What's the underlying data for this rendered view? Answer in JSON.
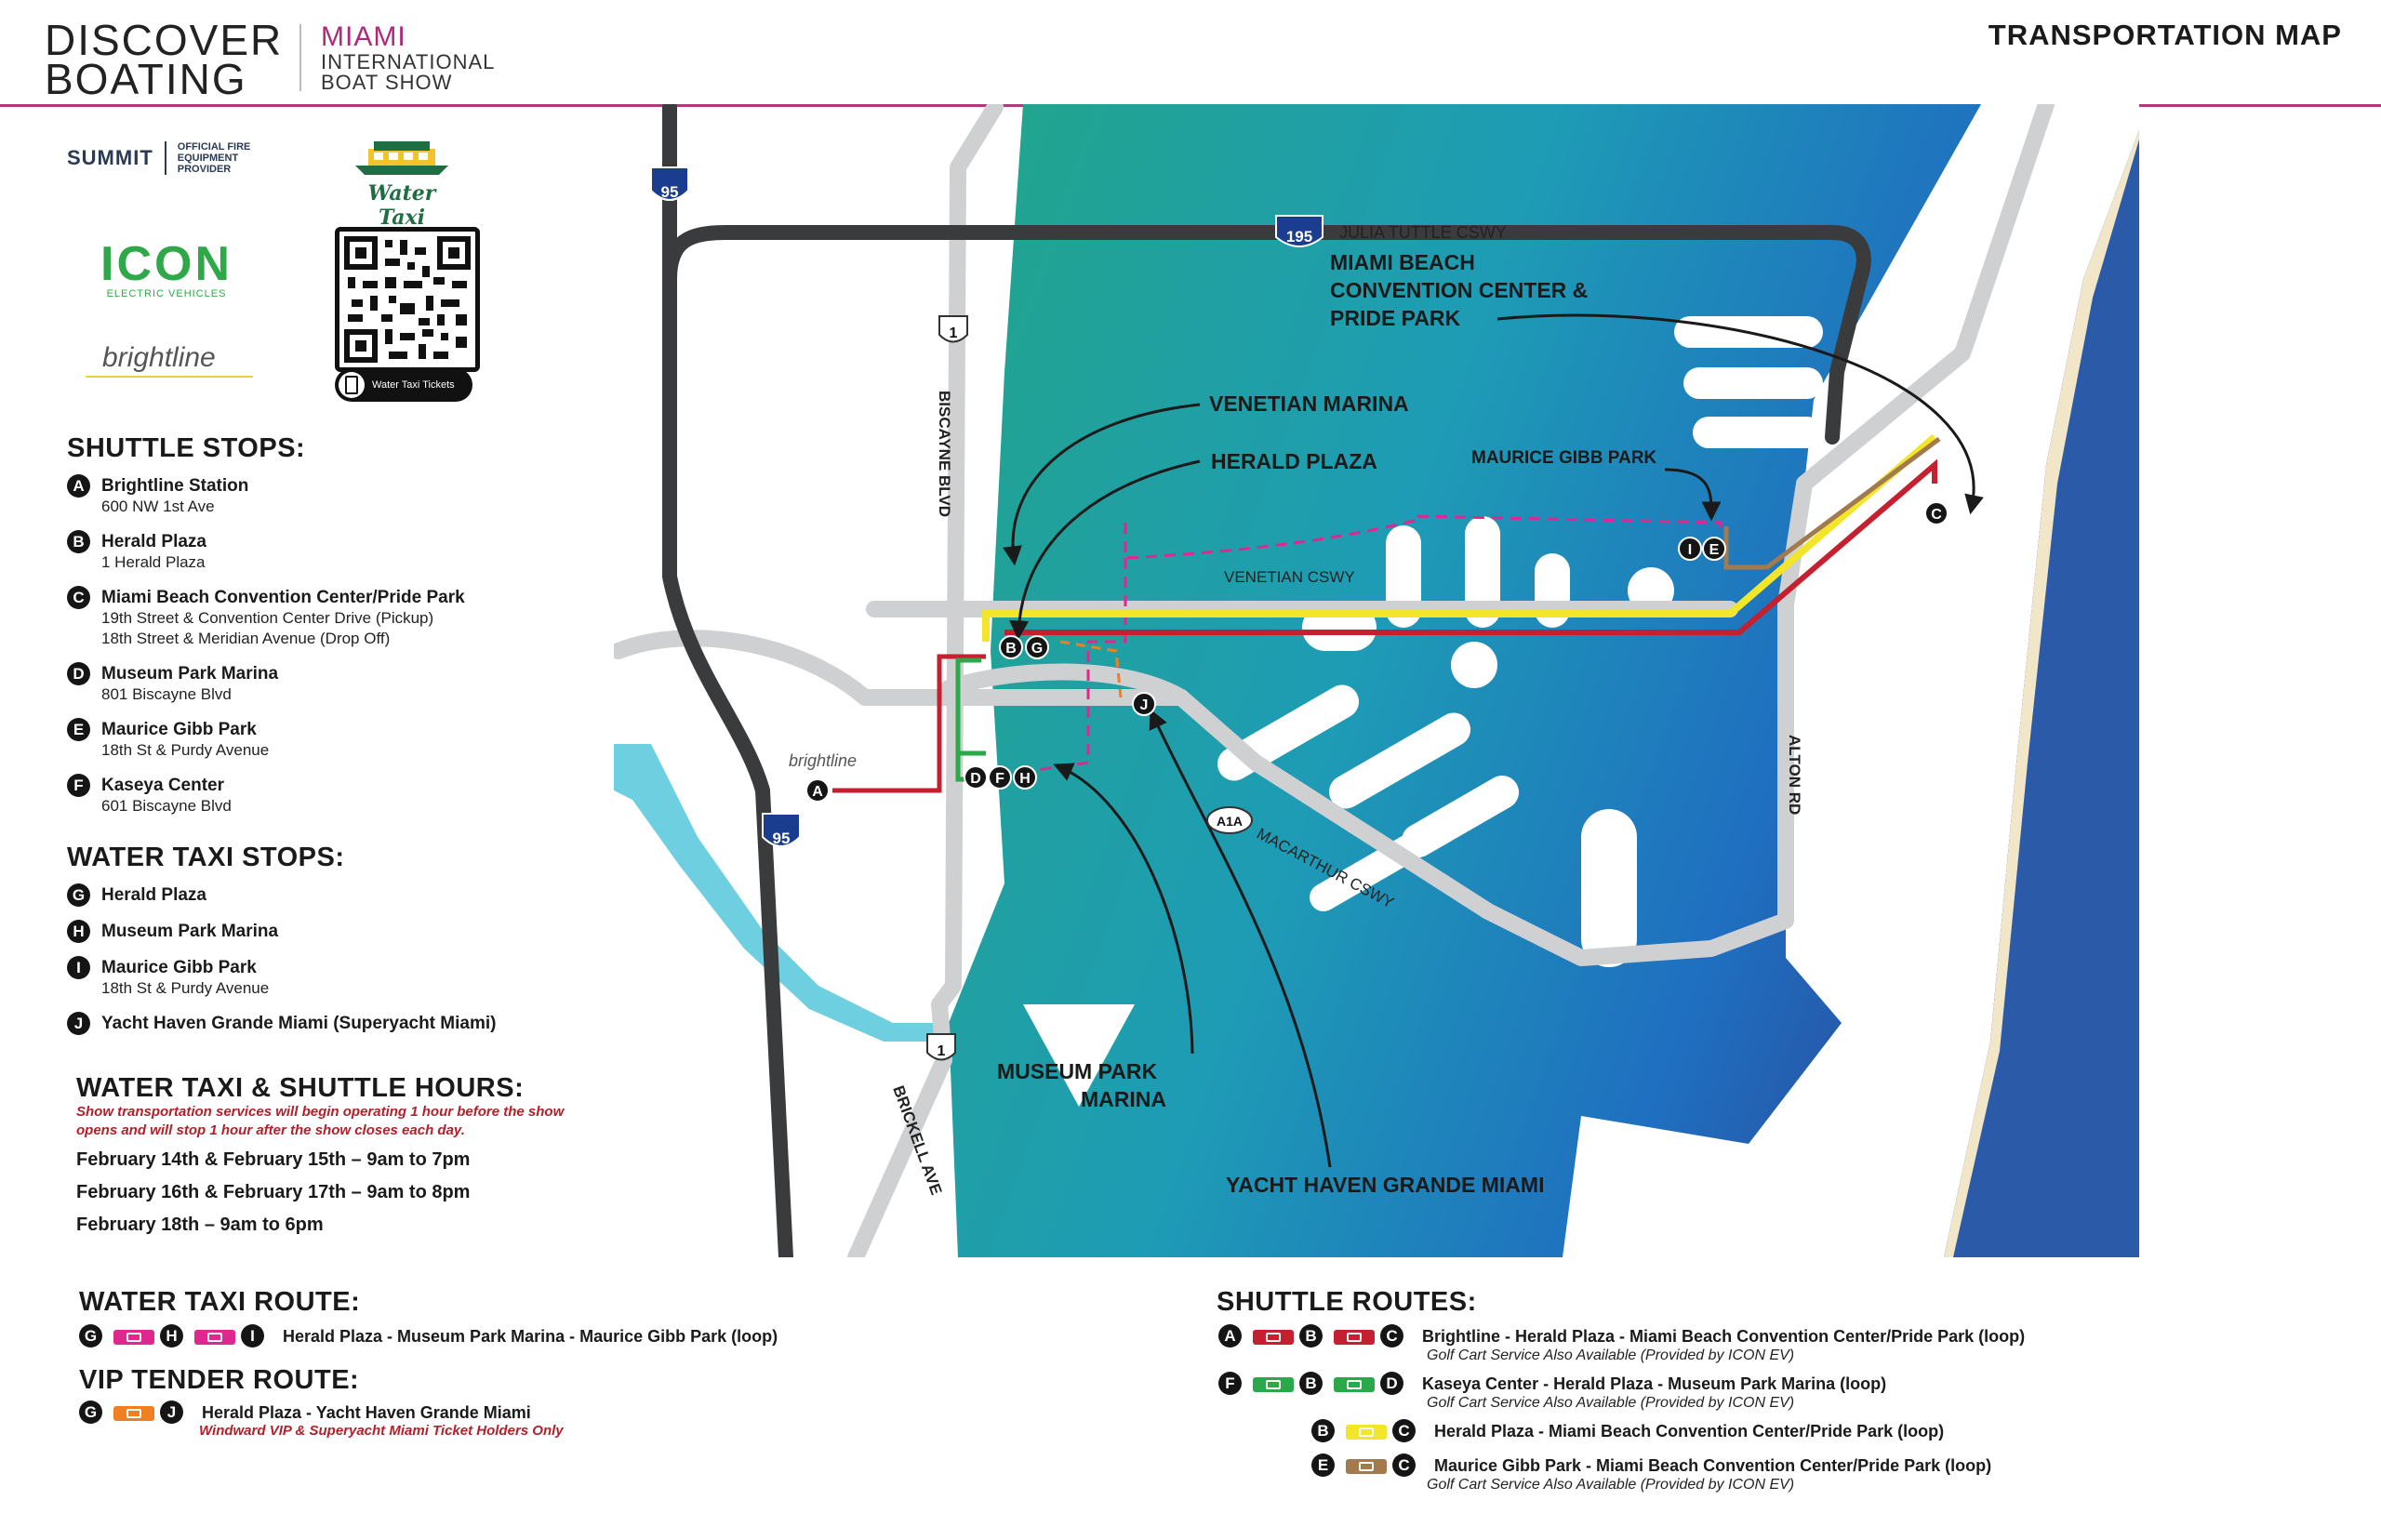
{
  "header": {
    "brand_line1": "DISCOVER",
    "brand_line2": "BOATING",
    "show_line1": "MIAMI",
    "show_line2": "INTERNATIONAL",
    "show_line3": "BOAT SHOW",
    "title": "TRANSPORTATION MAP"
  },
  "sponsors": {
    "summit": "SUMMIT",
    "summit_tag_1": "OFFICIAL FIRE",
    "summit_tag_2": "EQUIPMENT",
    "summit_tag_3": "PROVIDER",
    "water_taxi": "Water Taxi",
    "icon": "ICON",
    "icon_sub": "ELECTRIC VEHICLES",
    "brightline": "brightline",
    "qr_caption": "Water Taxi Tickets"
  },
  "shuttle_stops": {
    "title": "SHUTTLE STOPS:",
    "items": [
      {
        "letter": "A",
        "name": "Brightline Station",
        "lines": [
          "600 NW 1st Ave"
        ]
      },
      {
        "letter": "B",
        "name": "Herald Plaza",
        "lines": [
          "1 Herald Plaza"
        ]
      },
      {
        "letter": "C",
        "name": "Miami Beach Convention Center/Pride Park",
        "lines": [
          "19th Street & Convention Center Drive (Pickup)",
          "18th Street & Meridian Avenue (Drop Off)"
        ]
      },
      {
        "letter": "D",
        "name": "Museum Park Marina",
        "lines": [
          "801 Biscayne Blvd"
        ]
      },
      {
        "letter": "E",
        "name": "Maurice Gibb Park",
        "lines": [
          "18th St & Purdy Avenue"
        ]
      },
      {
        "letter": "F",
        "name": "Kaseya Center",
        "lines": [
          "601 Biscayne Blvd"
        ]
      }
    ]
  },
  "water_taxi_stops": {
    "title": "WATER TAXI STOPS:",
    "items": [
      {
        "letter": "G",
        "name": "Herald Plaza",
        "lines": []
      },
      {
        "letter": "H",
        "name": "Museum Park Marina",
        "lines": []
      },
      {
        "letter": "I",
        "name": "Maurice Gibb Park",
        "lines": [
          "18th St & Purdy Avenue"
        ]
      },
      {
        "letter": "J",
        "name": "Yacht Haven Grande Miami (Superyacht Miami)",
        "lines": []
      }
    ]
  },
  "hours": {
    "title": "WATER TAXI & SHUTTLE HOURS:",
    "note": "Show transportation services will begin operating 1 hour before the show opens and will stop 1 hour after the show closes each day.",
    "lines": [
      "February 14th & February 15th – 9am to 7pm",
      "February 16th & February 17th – 9am to 8pm",
      "February 18th – 9am to 6pm"
    ]
  },
  "water_taxi_route": {
    "title": "WATER TAXI ROUTE:",
    "stops": [
      "G",
      "H",
      "I"
    ],
    "color": "#e0268f",
    "text": "Herald Plaza - Museum Park Marina - Maurice Gibb Park (loop)"
  },
  "vip_route": {
    "title": "VIP TENDER ROUTE:",
    "stops": [
      "G",
      "J"
    ],
    "color": "#f07f22",
    "text": "Herald Plaza - Yacht Haven Grande Miami",
    "note": "Windward VIP & Superyacht Miami Ticket Holders Only"
  },
  "shuttle_routes": {
    "title": "SHUTTLE ROUTES:",
    "items": [
      {
        "stops": [
          "A",
          "B",
          "C"
        ],
        "color": "#c4202f",
        "text": "Brightline - Herald Plaza - Miami Beach Convention Center/Pride Park (loop)",
        "sub": "Golf Cart Service Also Available (Provided by ICON EV)"
      },
      {
        "stops": [
          "F",
          "B",
          "D"
        ],
        "color": "#2aa84a",
        "text": "Kaseya Center - Herald Plaza - Museum Park Marina (loop)",
        "sub": "Golf Cart Service Also Available (Provided by ICON EV)"
      },
      {
        "stops": [
          "B",
          "C"
        ],
        "color": "#f2e52a",
        "text": "Herald Plaza - Miami Beach Convention Center/Pride Park (loop)",
        "sub": ""
      },
      {
        "stops": [
          "E",
          "C"
        ],
        "color": "#a27a4e",
        "text": "Maurice Gibb Park - Miami Beach Convention Center/Pride Park (loop)",
        "sub": "Golf Cart Service Also Available (Provided by ICON EV)"
      }
    ]
  },
  "map": {
    "i95_top": "95",
    "i95_bottom": "95",
    "i195": "195",
    "julia_tuttle": "JULIA TUTTLE CSWY",
    "us1_top": "1",
    "us1_bottom": "1",
    "biscayne_blvd": "BISCAYNE BLVD",
    "brickell_ave": "BRICKELL AVE",
    "venetian_cswy": "VENETIAN CSWY",
    "a1a": "A1A",
    "macarthur": "MACARTHUR CSWY",
    "alton_rd": "ALTON RD",
    "brightline_label": "brightline",
    "convention_1": "MIAMI BEACH",
    "convention_2": "CONVENTION CENTER &",
    "convention_3": "PRIDE PARK",
    "venetian_marina": "VENETIAN MARINA",
    "herald_plaza": "HERALD PLAZA",
    "maurice_gibb_park": "MAURICE GIBB PARK",
    "museum_park_1": "MUSEUM PARK",
    "museum_park_2": "MARINA",
    "yacht_haven": "YACHT HAVEN GRANDE MIAMI"
  }
}
